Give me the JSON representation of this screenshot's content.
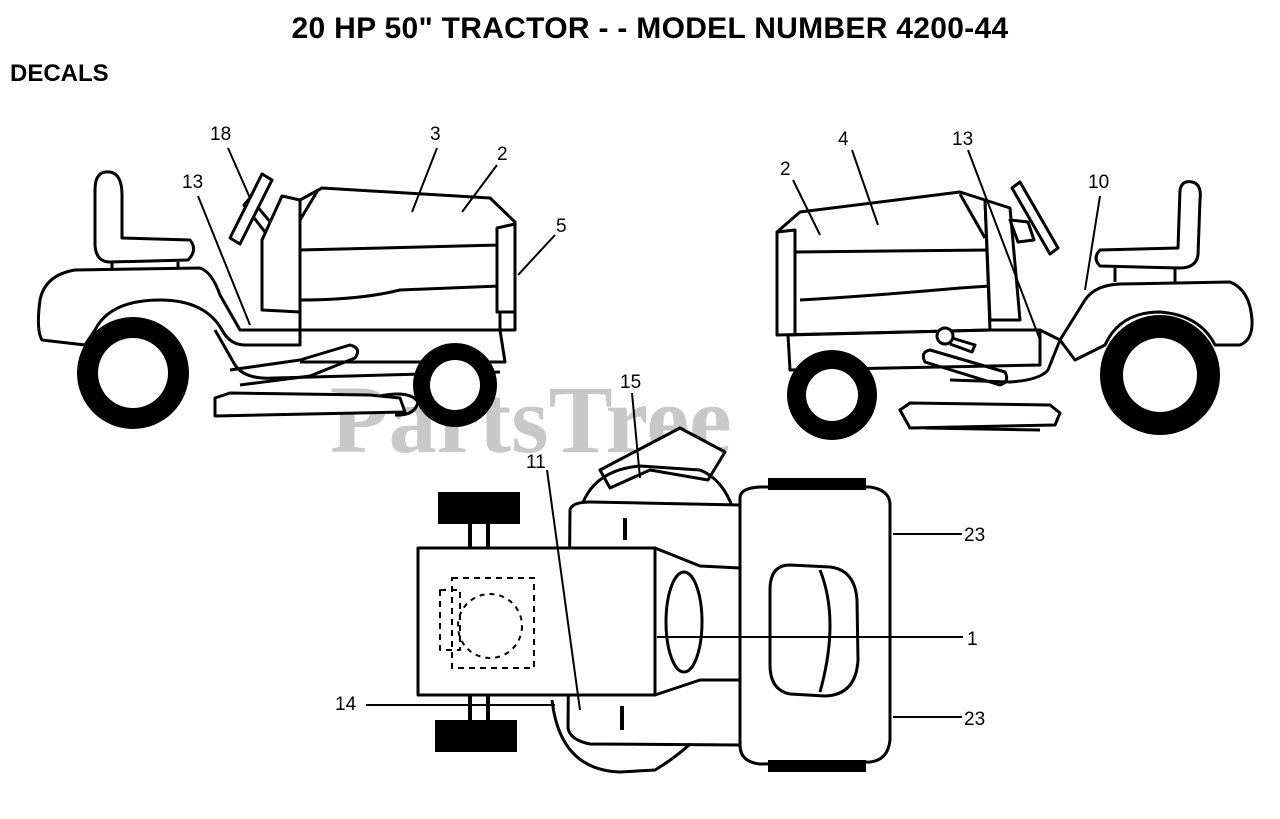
{
  "header": {
    "title": "20 HP 50\" TRACTOR - - MODEL NUMBER 4200-44",
    "section": "DECALS"
  },
  "watermark": "PartsTree",
  "colors": {
    "ink": "#000000",
    "paper": "#ffffff",
    "watermark": "#c8c8c8"
  },
  "callouts": {
    "left_18": "18",
    "left_13": "13",
    "left_3": "3",
    "left_2": "2",
    "left_5": "5",
    "right_2": "2",
    "right_4": "4",
    "right_13": "13",
    "right_10": "10",
    "top_15": "15",
    "top_11": "11",
    "top_23a": "23",
    "top_1": "1",
    "top_14": "14",
    "top_23b": "23"
  }
}
